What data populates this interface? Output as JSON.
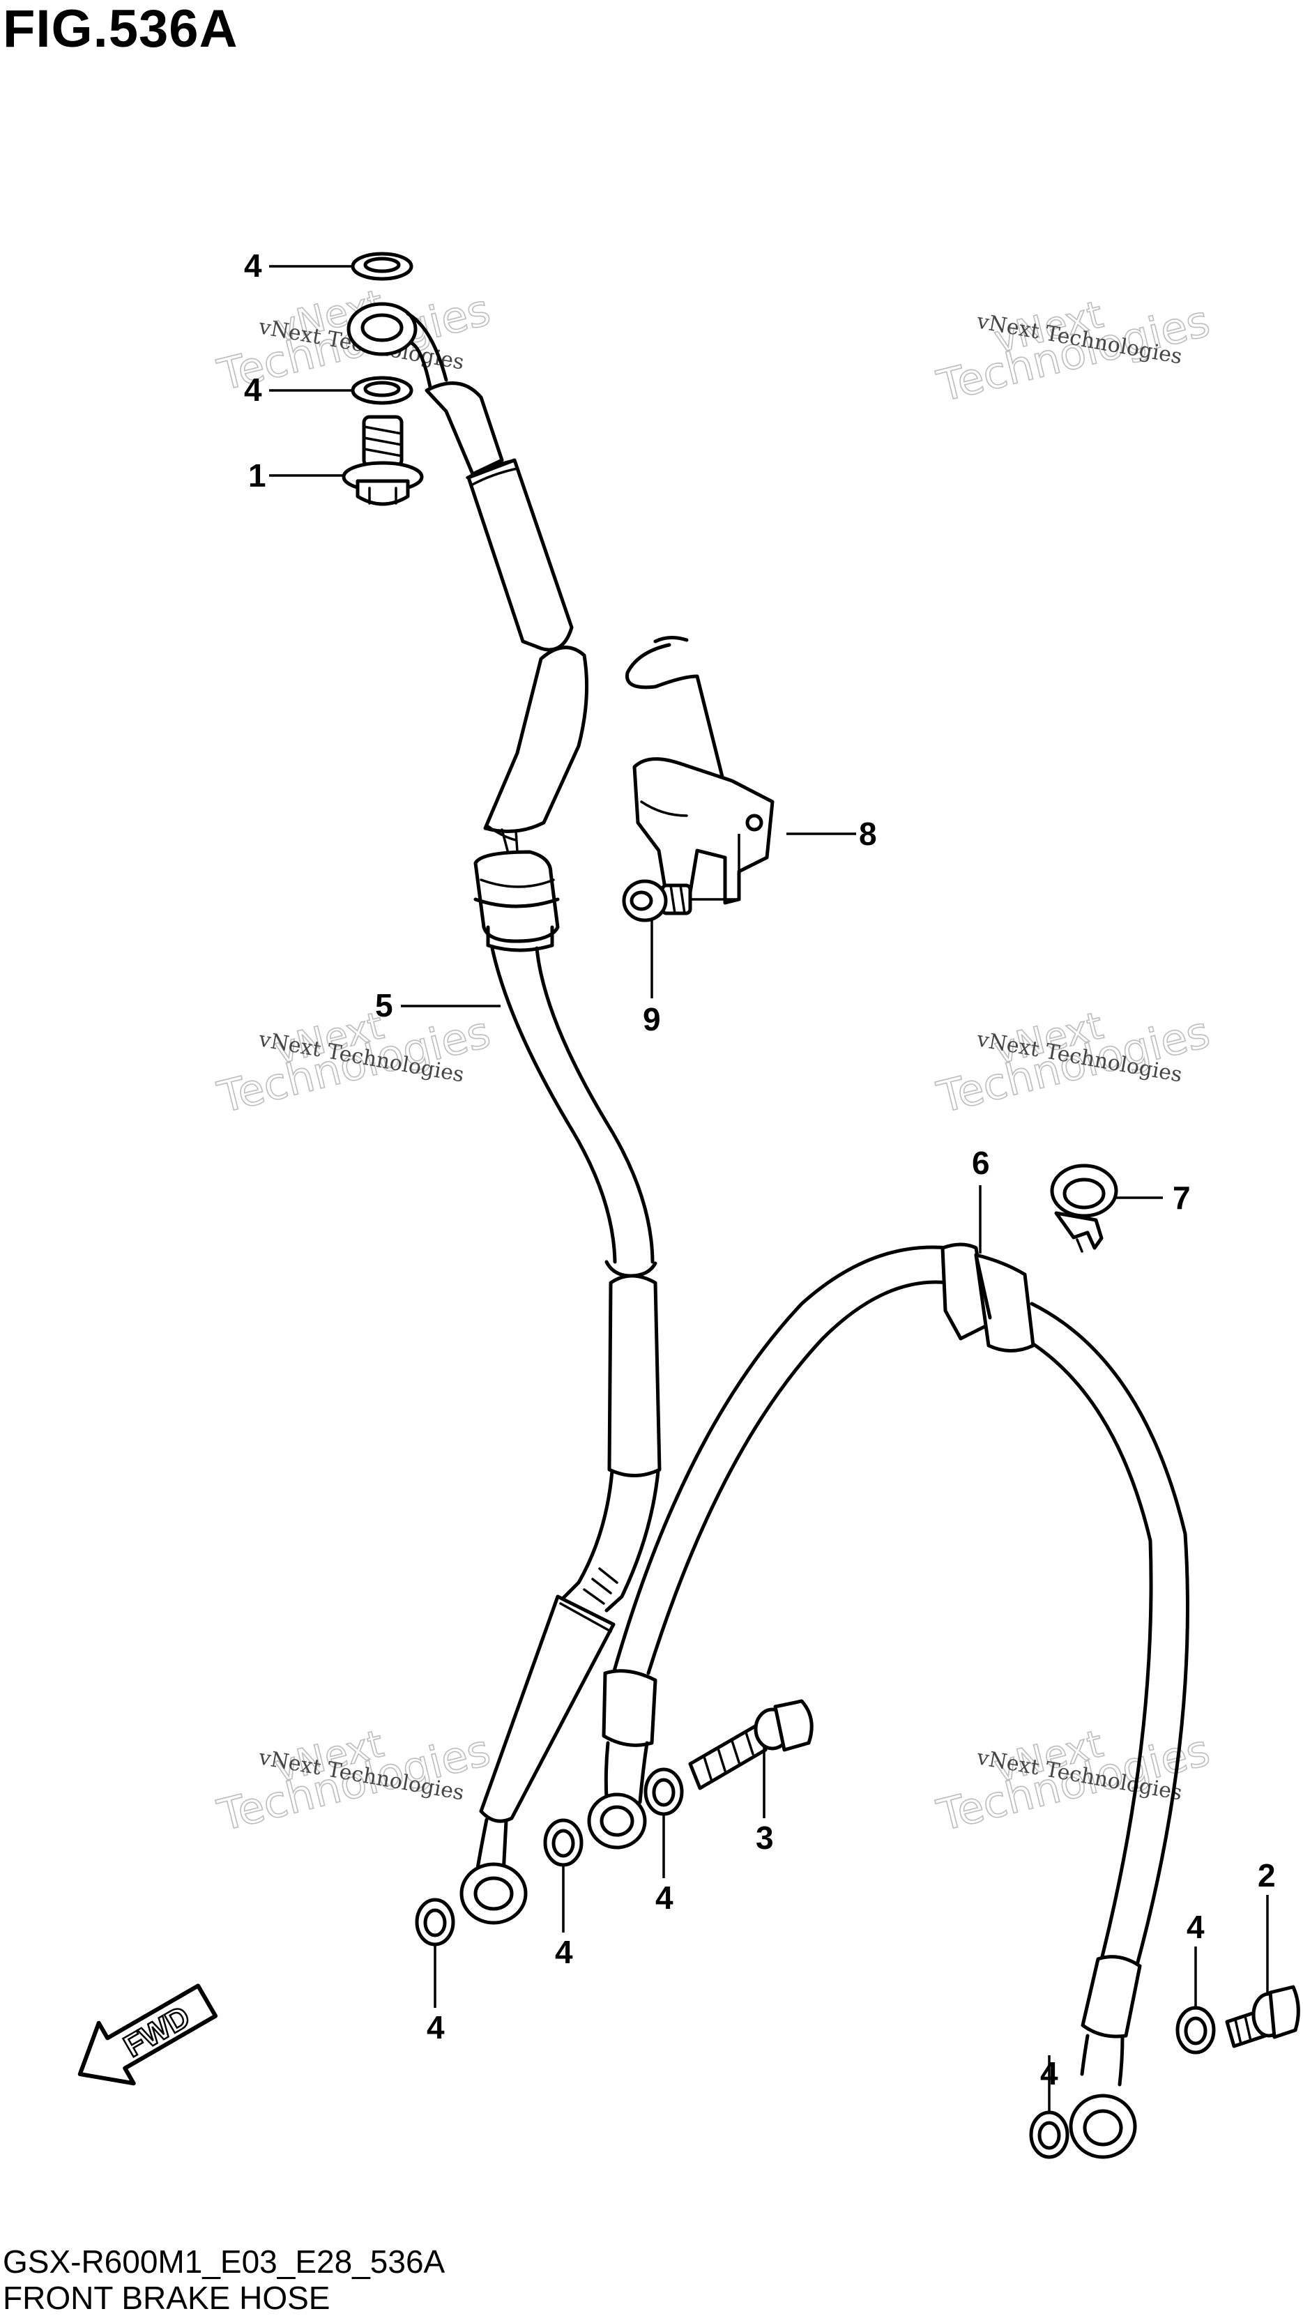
{
  "figure": {
    "title": "FIG.536A",
    "code": "GSX-R600M1_E03_E28_536A",
    "name": "FRONT BRAKE HOSE"
  },
  "watermark": {
    "brand": "vNext",
    "line": "vNext Technologies",
    "big": "Technologies"
  },
  "callouts": [
    {
      "id": "c1",
      "label": "1"
    },
    {
      "id": "c2",
      "label": "2"
    },
    {
      "id": "c3",
      "label": "3"
    },
    {
      "id": "c4a",
      "label": "4"
    },
    {
      "id": "c4b",
      "label": "4"
    },
    {
      "id": "c4c",
      "label": "4"
    },
    {
      "id": "c4d",
      "label": "4"
    },
    {
      "id": "c4e",
      "label": "4"
    },
    {
      "id": "c4f",
      "label": "4"
    },
    {
      "id": "c4g",
      "label": "4"
    },
    {
      "id": "c5",
      "label": "5"
    },
    {
      "id": "c6",
      "label": "6"
    },
    {
      "id": "c7",
      "label": "7"
    },
    {
      "id": "c8",
      "label": "8"
    },
    {
      "id": "c9",
      "label": "9"
    }
  ],
  "fwd": {
    "label": "FWD"
  }
}
